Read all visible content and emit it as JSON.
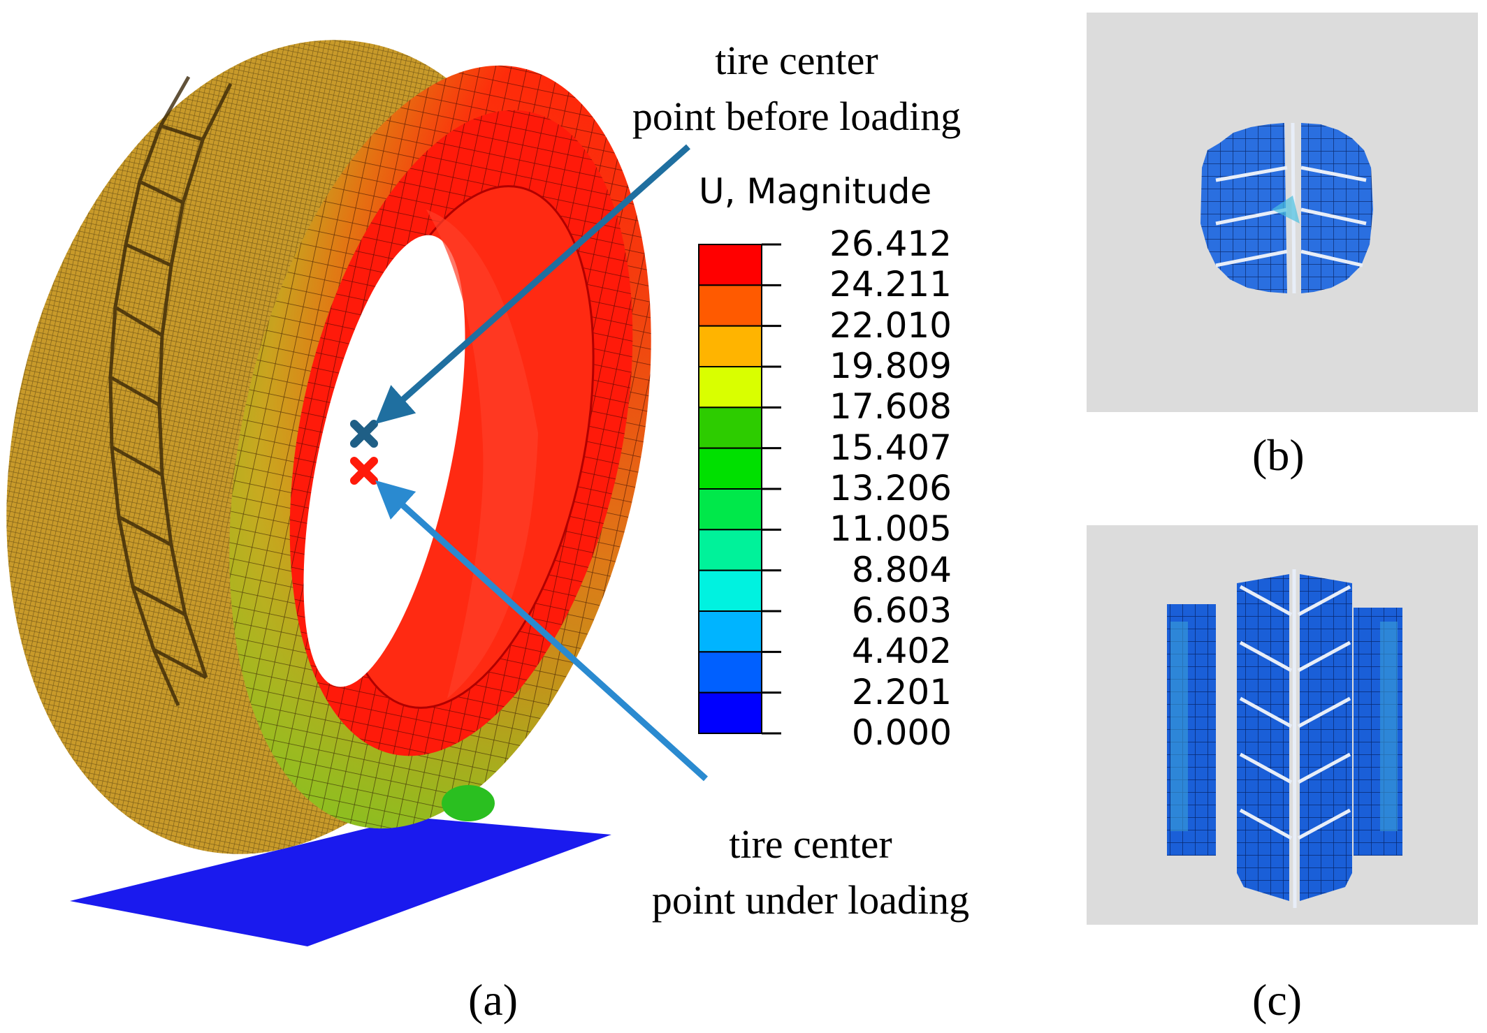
{
  "annotations": {
    "before_line1": "tire center",
    "before_line2": "point before loading",
    "under_line1": "tire center",
    "under_line2": "point under loading"
  },
  "legend": {
    "title": "U, Magnitude",
    "values": [
      "26.412",
      "24.211",
      "22.010",
      "19.809",
      "17.608",
      "15.407",
      "13.206",
      "11.005",
      "8.804",
      "6.603",
      "4.402",
      "2.201",
      "0.000"
    ],
    "colors": [
      "#ff0000",
      "#ff5a00",
      "#ffb400",
      "#d9ff00",
      "#2dcc00",
      "#00e000",
      "#00e84a",
      "#00f29a",
      "#00f2e0",
      "#00b4ff",
      "#0060ff",
      "#0000ff"
    ]
  },
  "panels": {
    "a": "(a)",
    "b": "(b)",
    "c": "(c)"
  },
  "colors": {
    "tread": "#c89a2a",
    "sidewall_red": "#ff1a0a",
    "ground": "#1a1aee",
    "arrow_before": "#1f6fa0",
    "arrow_under": "#2a8ad0",
    "marker_before": "#1f5f86",
    "marker_under": "#ff1a0a",
    "view_bg": "#dcdcdc"
  }
}
